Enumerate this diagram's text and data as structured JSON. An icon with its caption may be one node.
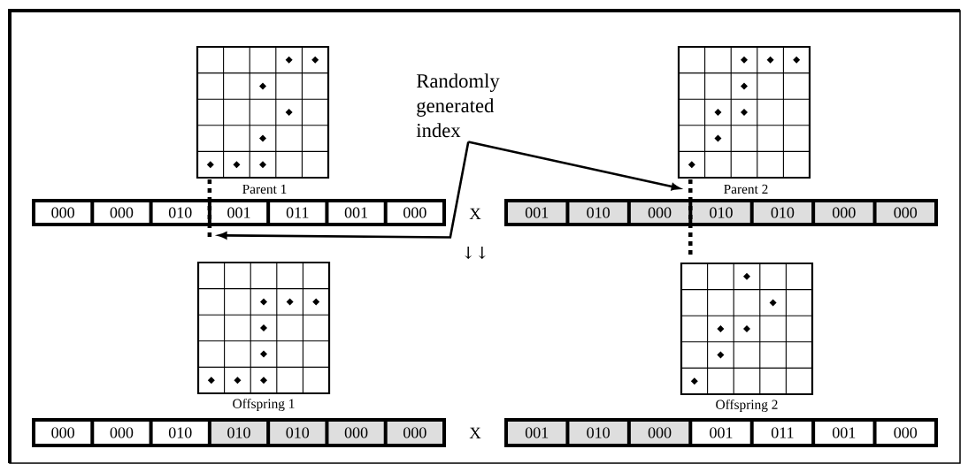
{
  "diagram": {
    "nodes": [
      {
        "text": [
          "Randomly generated index"
        ]
      },
      {
        "text": [
          "Parent 1"
        ]
      },
      {
        "text": [],
        "shape": "bar"
      },
      {
        "text": [
          "000"
        ],
        "in": 2
      },
      {
        "text": [
          "000"
        ],
        "in": 2
      },
      {
        "text": [
          "010"
        ],
        "in": 2
      },
      {
        "text": [
          "001"
        ],
        "in": 2
      },
      {
        "text": [
          "011"
        ],
        "in": 2
      },
      {
        "text": [
          "001"
        ],
        "in": 2
      },
      {
        "text": [
          "000"
        ],
        "in": 2
      },
      {
        "text": [
          "Parent 2"
        ]
      },
      {
        "text": [],
        "shape": "bar"
      },
      {
        "text": [
          "001"
        ],
        "in": 11
      },
      {
        "text": [
          "010"
        ],
        "in": 11
      },
      {
        "text": [
          "000"
        ],
        "in": 11
      },
      {
        "text": [
          "010"
        ],
        "in": 11
      },
      {
        "text": [
          "010"
        ],
        "in": 11
      },
      {
        "text": [
          "000"
        ],
        "in": 11
      },
      {
        "text": [
          "000"
        ],
        "in": 11
      },
      {
        "text": [],
        "shape": "line"
      },
      {
        "text": [],
        "shape": "line"
      },
      {
        "text": [
          "Offspring 1"
        ]
      },
      {
        "text": [],
        "shape": "bar"
      },
      {
        "text": [
          "000"
        ],
        "in": 22
      },
      {
        "text": [
          "000"
        ],
        "in": 22
      },
      {
        "text": [
          "010"
        ],
        "in": 22
      },
      {
        "text": [
          "010"
        ],
        "in": 22
      },
      {
        "text": [
          "010"
        ],
        "in": 22
      },
      {
        "text": [
          "000"
        ],
        "in": 22
      },
      {
        "text": [
          "000"
        ],
        "in": 22
      },
      {
        "text": [
          "Offspring 2"
        ]
      },
      {
        "text": [],
        "shape": "bar"
      },
      {
        "text": [
          "001"
        ],
        "in": 31
      },
      {
        "text": [
          "010"
        ],
        "in": 31
      },
      {
        "text": [
          "000"
        ],
        "in": 31
      },
      {
        "text": [
          "001"
        ],
        "in": 31
      },
      {
        "text": [
          "011"
        ],
        "in": 31
      },
      {
        "text": [
          "001"
        ],
        "in": 31
      },
      {
        "text": [
          "000"
        ],
        "in": 31
      }
    ],
    "edges": [
      {
        "from": 0,
        "to": 19,
        "arrow": "to"
      },
      {
        "from": 0,
        "to": 20,
        "arrow": "to"
      }
    ],
    "labels": [
      "X",
      "↓↓",
      "X"
    ]
  }
}
